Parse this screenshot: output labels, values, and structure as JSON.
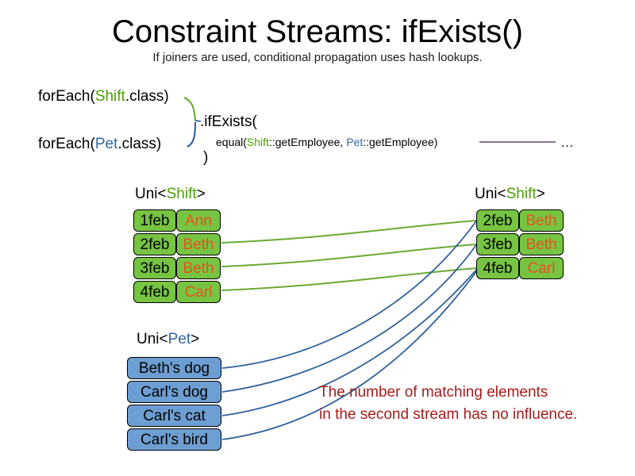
{
  "slide": {
    "title": "Constraint Streams: ifExists()",
    "subtitle": "If joiners are used, conditional propagation uses hash lookups."
  },
  "code": {
    "foreach_shift_prefix": "forEach(",
    "foreach_shift_class": "Shift",
    "foreach_shift_suffix": ".class)",
    "foreach_pet_prefix": "forEach(",
    "foreach_pet_class": "Pet",
    "foreach_pet_suffix": ".class)",
    "if_exists": ".ifExists(",
    "equal_prefix": "equal(",
    "equal_shift_class": "Shift",
    "equal_shift_method": "::getEmployee, ",
    "equal_pet_class": "Pet",
    "equal_pet_method": "::getEmployee)",
    "close_paren": ")",
    "ellipsis": "…"
  },
  "streams": {
    "shift_left": {
      "label_prefix": "Uni<",
      "label_type": "Shift",
      "label_suffix": ">",
      "rows": [
        {
          "date": "1feb",
          "name": "Ann"
        },
        {
          "date": "2feb",
          "name": "Beth"
        },
        {
          "date": "3feb",
          "name": "Beth"
        },
        {
          "date": "4feb",
          "name": "Carl"
        }
      ]
    },
    "pet": {
      "label_prefix": "Uni<",
      "label_type": "Pet",
      "label_suffix": ">",
      "rows": [
        {
          "name": "Beth's dog"
        },
        {
          "name": "Carl's dog"
        },
        {
          "name": "Carl's cat"
        },
        {
          "name": "Carl's bird"
        }
      ]
    },
    "shift_right": {
      "label_prefix": "Uni<",
      "label_type": "Shift",
      "label_suffix": ">",
      "rows": [
        {
          "date": "2feb",
          "name": "Beth"
        },
        {
          "date": "3feb",
          "name": "Beth"
        },
        {
          "date": "4feb",
          "name": "Carl"
        }
      ]
    }
  },
  "annotation": {
    "line1": "The number of matching elements",
    "line2": "in the second stream has no influence."
  },
  "colors": {
    "shift_green": "#76c442",
    "pet_blue": "#6d9ed1",
    "name_orange": "#e8531a",
    "class_shift": "#4ca000",
    "class_pet": "#3465a4",
    "annotation_red": "#a61c1c",
    "wire_green": "#6aaa34",
    "wire_blue": "#31609c",
    "rule_purple": "#7a5f88"
  }
}
